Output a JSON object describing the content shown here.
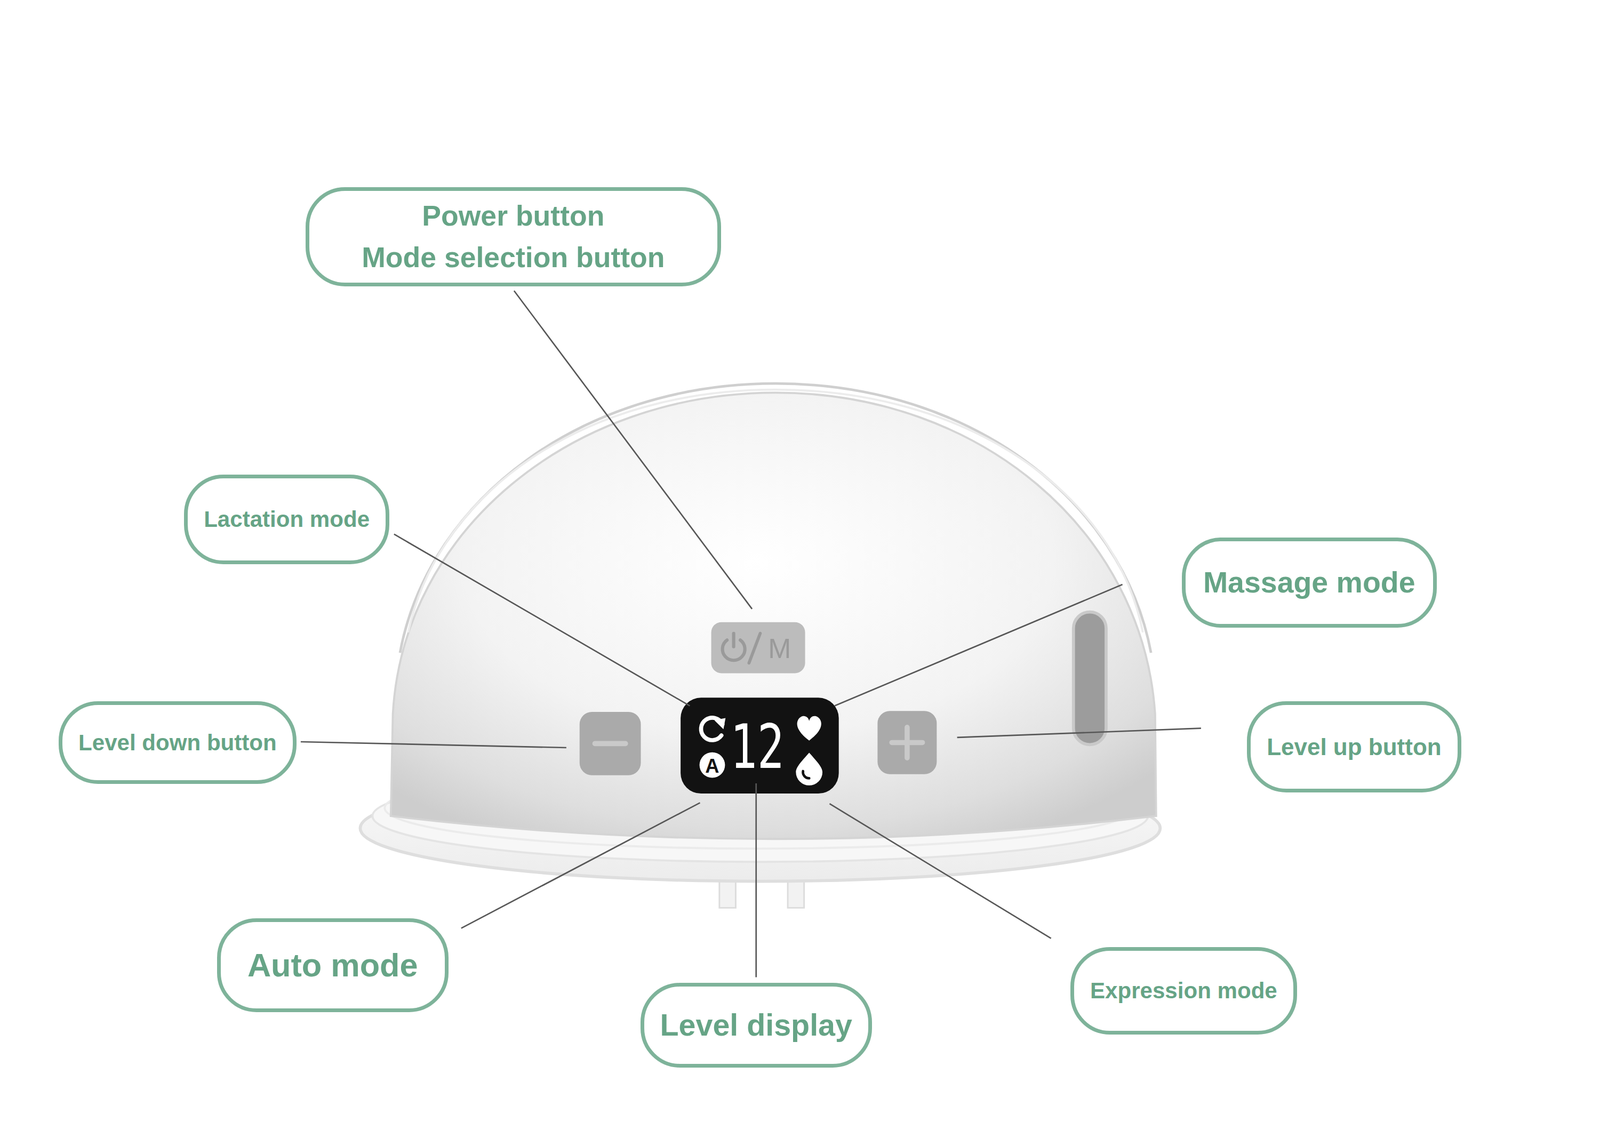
{
  "diagram": {
    "nodes": [
      {
        "text": [
          "Power button",
          "Mode selection button"
        ]
      },
      {
        "text": [
          "Lactation mode"
        ]
      },
      {
        "text": [
          "Massage mode"
        ]
      },
      {
        "text": [
          "Level down button"
        ]
      },
      {
        "text": [
          "Level up button"
        ]
      },
      {
        "text": [
          "Auto mode"
        ]
      },
      {
        "text": [
          "Expression mode"
        ]
      },
      {
        "text": [
          "Level display"
        ]
      }
    ],
    "labels": [
      "M",
      "12",
      "A"
    ]
  }
}
